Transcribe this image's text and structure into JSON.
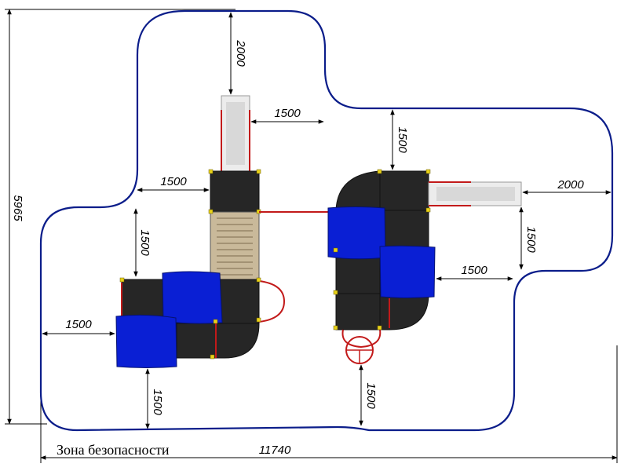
{
  "caption": "Зона безопасности",
  "dimensions": {
    "total_width": "11740",
    "total_height": "5965",
    "slide_left_len": "2000",
    "slide_left_side": "1500",
    "left_tower_left": "1500",
    "left_tower_below": "1500",
    "left_unit_left": "1500",
    "left_unit_bottom": "1500",
    "right_top": "1500",
    "slide_right_len": "2000",
    "right_slide_below": "1500",
    "right_unit_right": "1500",
    "right_bottom": "1500"
  }
}
